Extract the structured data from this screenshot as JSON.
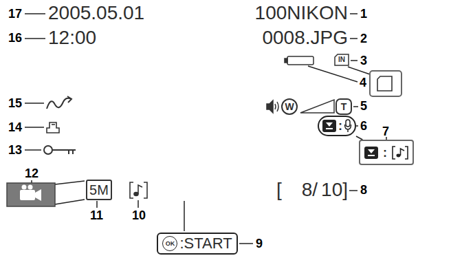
{
  "diagram": {
    "nodes": [
      {
        "text": [
          "IN"
        ]
      },
      {
        "text": [
          "W"
        ]
      },
      {
        "text": [
          "T"
        ]
      },
      {
        "text": [
          ":"
        ]
      },
      {
        "text": [
          ":"
        ]
      },
      {
        "text": [
          "5M"
        ]
      },
      {
        "text": [
          "OK",
          ":START"
        ]
      }
    ],
    "edges": [
      {
        "from": 3,
        "to": 4,
        "arrow": "none"
      }
    ],
    "labels": [
      "2005.05.01",
      "12:00",
      "100NIKON",
      "0008.JPG",
      "[",
      "8/",
      "10]",
      "1",
      "2",
      "3",
      "4",
      "5",
      "6",
      "7",
      "8",
      "9",
      "10",
      "11",
      "12",
      "13",
      "14",
      "15",
      "16",
      "17"
    ]
  }
}
